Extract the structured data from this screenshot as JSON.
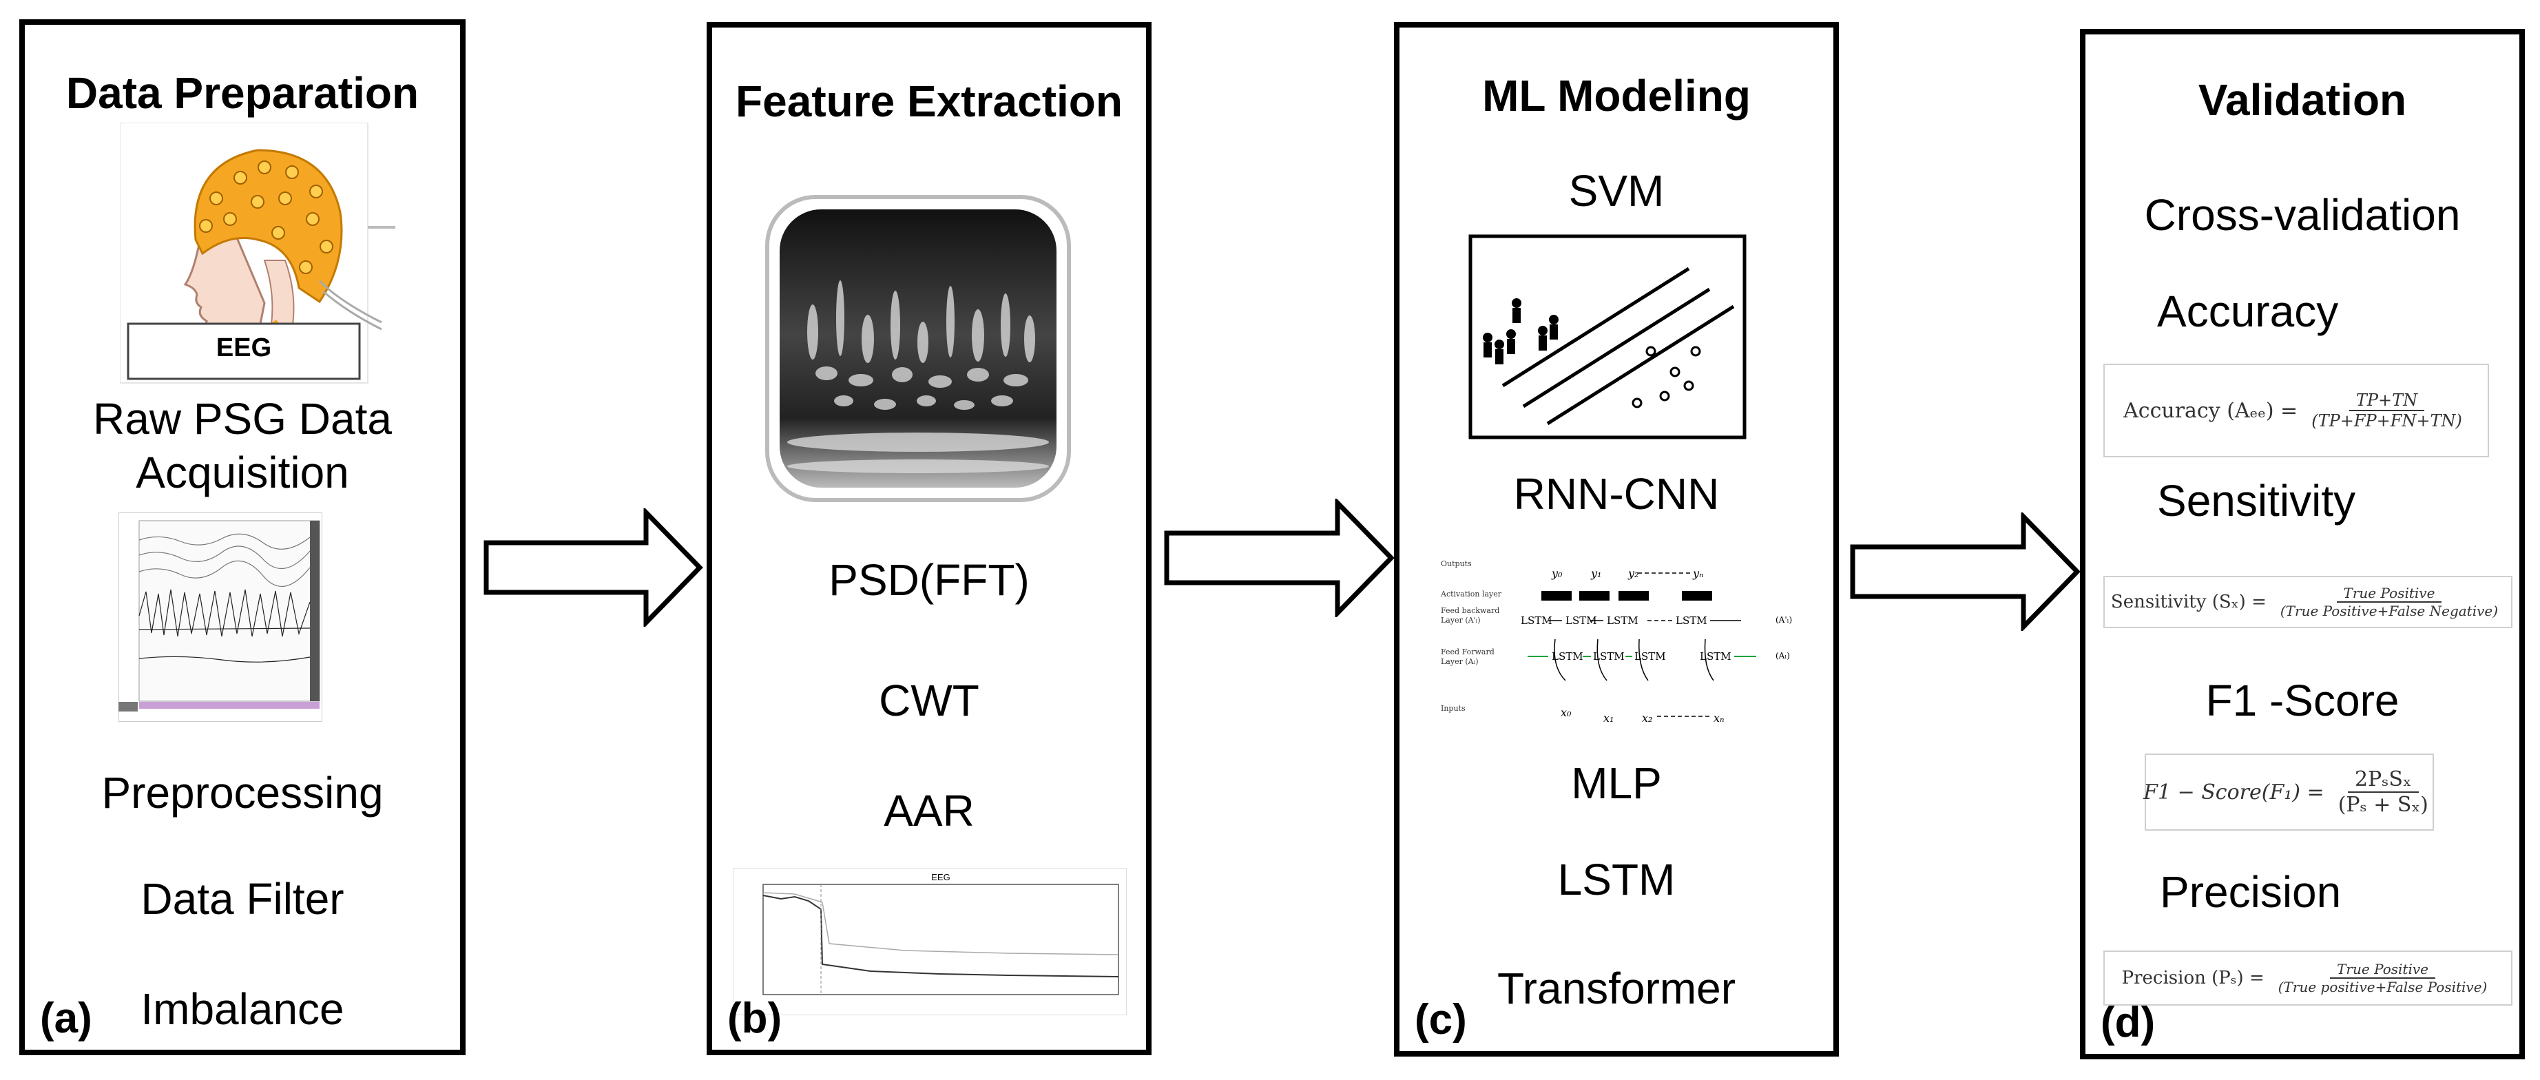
{
  "panels": [
    {
      "title": "Data Preparation",
      "label": "(a)",
      "eeg_label": "EEG",
      "items": [
        "Raw PSG Data",
        "Acquisition",
        "Preprocessing",
        "Data Filter",
        "Imbalance"
      ]
    },
    {
      "title": "Feature Extraction",
      "label": "(b)",
      "items": [
        "PSD(FFT)",
        "CWT",
        "AAR"
      ],
      "psd_plot_title": "EEG"
    },
    {
      "title": "ML Modeling",
      "label": "(c)",
      "items": [
        "SVM",
        "RNN-CNN",
        "MLP",
        "LSTM",
        "Transformer"
      ],
      "rnn_diagram": {
        "row_labels": [
          "Outputs",
          "Activation layer",
          "Feed backward",
          "Layer (A'ₗ)",
          "Feed Forward",
          "Layer (Aₗ)",
          "Inputs"
        ],
        "cell": "LSTM",
        "outputs": [
          "y₀",
          "y₁",
          "y₂",
          "yₙ"
        ],
        "inputs": [
          "x₀",
          "x₁",
          "x₂",
          "xₙ"
        ],
        "state_back": "(A'ₗ)",
        "state_fwd": "(Aₗ)"
      }
    },
    {
      "title": "Validation",
      "label": "(d)",
      "items": [
        "Cross-validation",
        "Accuracy",
        "Sensitivity",
        "F1 -Score",
        "Precision"
      ],
      "formulas": {
        "accuracy": {
          "lhs": "Accuracy (Aₑₑ) =",
          "num": "TP+TN",
          "den": "(TP+FP+FN+TN)"
        },
        "sensitivity": {
          "lhs": "Sensitivity (Sₓ) =",
          "num": "True Positive",
          "den": "(True Positive+False Negative)"
        },
        "f1": {
          "lhs": "F1 − Score(F₁) =",
          "num": "2PₛSₓ",
          "den": "(Pₛ + Sₓ)"
        },
        "precision": {
          "lhs": "Precision (Pₛ) =",
          "num": "True Positive",
          "den": "(True positive+False Positive)"
        }
      }
    }
  ],
  "colors": {
    "cap": "#f5a623",
    "stroke": "#000000"
  }
}
